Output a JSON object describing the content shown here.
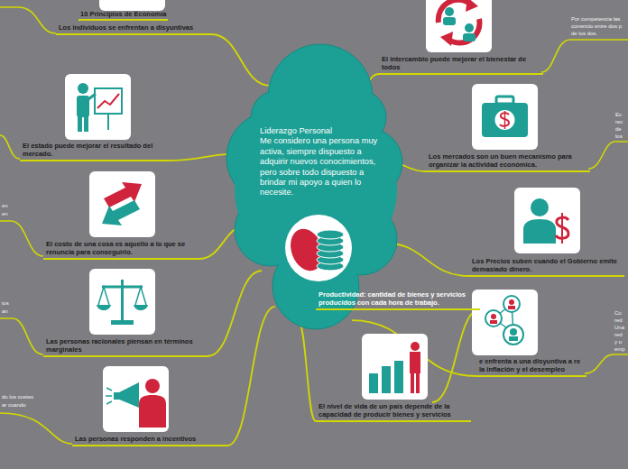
{
  "diagram": {
    "nodes": [
      {
        "text": [
          "Liderazgo Personal",
          "Me considero una persona muy activa, siempre dispuesto a adquirir nuevos conocimientos, pero sobre todo dispuesto a brindar mi apoyo a quien lo necesite."
        ]
      },
      {
        "text": [
          "Los individuos se enfrentan a disyuntivas"
        ]
      },
      {
        "text": [
          "El intercambio puede mejorar el bienestar de todos"
        ]
      },
      {
        "text": [
          "El estado puede mejorar el resultado del mercado."
        ]
      },
      {
        "text": [
          "Los mercados son un buen mecanismo para organizar la actividad económica."
        ]
      },
      {
        "text": [
          "El costo de una cosa es aquello a lo que se renuncia para conseguirlo."
        ]
      },
      {
        "text": [
          "Los Precios suben cuando el Gobierno emite demasiado dinero."
        ]
      },
      {
        "text": [
          "Las personas racionales piensan en términos marginales"
        ]
      },
      {
        "text": [
          "Productividad: cantidad de bienes y servicios producidos con cada hora de trabajo."
        ]
      },
      {
        "text": [
          "e enfrenta a una disyuntiva a re la inflación y el desempleo"
        ]
      },
      {
        "text": [
          "El nivel de vida de un país depende de la capacidad de producir bienes y servicios"
        ]
      },
      {
        "text": [
          "Las personas responden a incentivos"
        ]
      }
    ],
    "edges": [
      {
        "from": 0,
        "to": 1,
        "arrow": "none"
      },
      {
        "from": 0,
        "to": 2,
        "arrow": "none"
      },
      {
        "from": 0,
        "to": 3,
        "arrow": "none"
      },
      {
        "from": 0,
        "to": 4,
        "arrow": "none"
      },
      {
        "from": 0,
        "to": 5,
        "arrow": "none"
      },
      {
        "from": 0,
        "to": 6,
        "arrow": "none"
      },
      {
        "from": 0,
        "to": 7,
        "arrow": "none"
      },
      {
        "from": 0,
        "to": 9,
        "arrow": "none"
      },
      {
        "from": 0,
        "to": 10,
        "arrow": "none"
      },
      {
        "from": 0,
        "to": 11,
        "arrow": "none"
      },
      {
        "from": 10,
        "to": 8,
        "arrow": "none"
      }
    ],
    "labels": [
      "10 Principios de Economía",
      "Por competencia las",
      "comercio entre dos p",
      "de los dos.",
      "Ec",
      "rec",
      "de",
      "los",
      "Cu",
      "red",
      "Una",
      "red",
      "y u",
      "emp",
      "en",
      "en",
      "ios",
      "an",
      "do los costes",
      "ar cuando"
    ]
  }
}
